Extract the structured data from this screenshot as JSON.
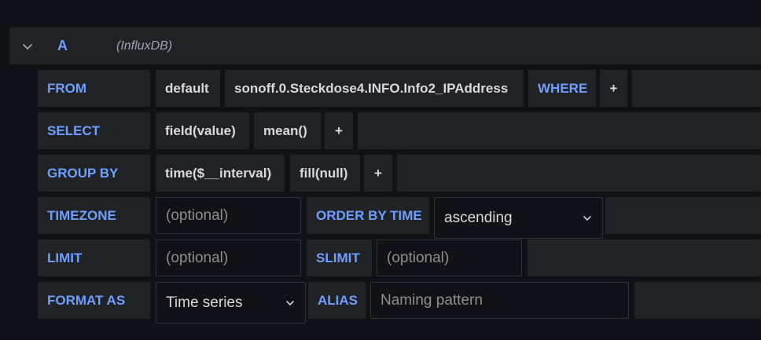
{
  "query": {
    "ref_id": "A",
    "datasource": "(InfluxDB)"
  },
  "rows": {
    "from": {
      "label": "FROM",
      "policy": "default",
      "measurement": "sonoff.0.Steckdose4.INFO.Info2_IPAddress",
      "where_label": "WHERE",
      "add": "+"
    },
    "select": {
      "label": "SELECT",
      "field": "field(value)",
      "agg": "mean()",
      "add": "+"
    },
    "group_by": {
      "label": "GROUP BY",
      "time": "time($__interval)",
      "fill": "fill(null)",
      "add": "+"
    },
    "timezone": {
      "label": "TIMEZONE",
      "placeholder": "(optional)",
      "order_label": "ORDER BY TIME",
      "order_value": "ascending"
    },
    "limit": {
      "label": "LIMIT",
      "placeholder": "(optional)",
      "slimit_label": "SLIMIT",
      "slimit_placeholder": "(optional)"
    },
    "format": {
      "label": "FORMAT AS",
      "value": "Time series",
      "alias_label": "ALIAS",
      "alias_placeholder": "Naming pattern"
    }
  },
  "colors": {
    "background": "#111217",
    "cell": "#202226",
    "keyword": "#6e9fff",
    "text": "#d8d9da",
    "placeholder": "#8e8e8e"
  },
  "icons": [
    "chevron-down-icon"
  ]
}
